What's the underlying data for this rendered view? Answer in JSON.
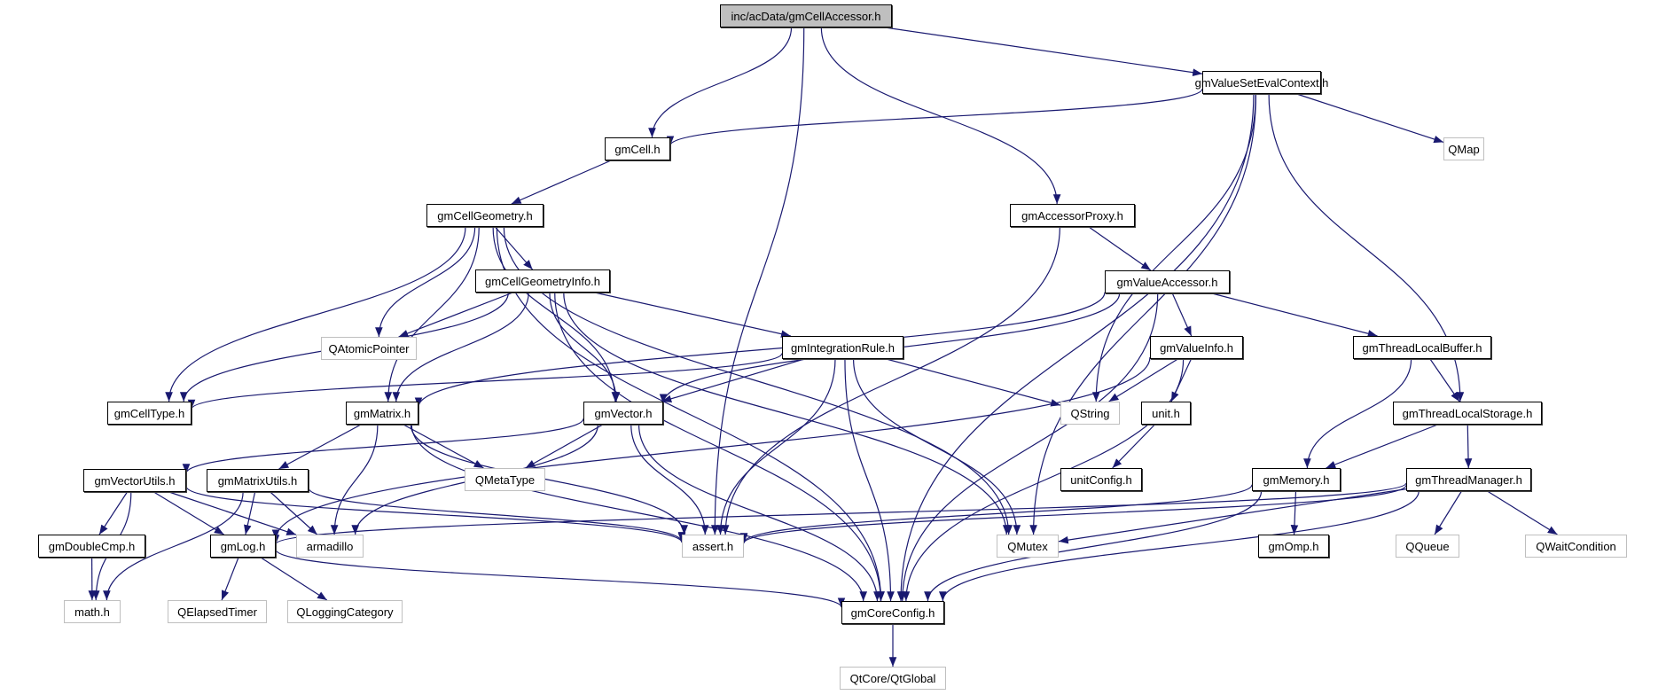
{
  "title": "inc/acData/gmCellAccessor.h",
  "colors": {
    "edge": "#191970",
    "root_fill": "#bfbfbf",
    "external_border": "#bfbfbf",
    "node_border": "#000000"
  },
  "nodes": [
    {
      "id": "root",
      "label": "inc/acData/gmCellAccessor.h",
      "kind": "root"
    },
    {
      "id": "gmValueSetEvalContext",
      "label": "gmValueSetEvalContext.h",
      "kind": "internal"
    },
    {
      "id": "gmCell",
      "label": "gmCell.h",
      "kind": "internal"
    },
    {
      "id": "QMap",
      "label": "QMap",
      "kind": "external"
    },
    {
      "id": "gmCellGeometry",
      "label": "gmCellGeometry.h",
      "kind": "internal"
    },
    {
      "id": "gmAccessorProxy",
      "label": "gmAccessorProxy.h",
      "kind": "internal"
    },
    {
      "id": "gmCellGeometryInfo",
      "label": "gmCellGeometryInfo.h",
      "kind": "internal"
    },
    {
      "id": "gmValueAccessor",
      "label": "gmValueAccessor.h",
      "kind": "internal"
    },
    {
      "id": "QAtomicPointer",
      "label": "QAtomicPointer",
      "kind": "external"
    },
    {
      "id": "gmIntegrationRule",
      "label": "gmIntegrationRule.h",
      "kind": "internal"
    },
    {
      "id": "gmValueInfo",
      "label": "gmValueInfo.h",
      "kind": "internal"
    },
    {
      "id": "gmThreadLocalBuffer",
      "label": "gmThreadLocalBuffer.h",
      "kind": "internal"
    },
    {
      "id": "gmCellType",
      "label": "gmCellType.h",
      "kind": "internal"
    },
    {
      "id": "gmMatrix",
      "label": "gmMatrix.h",
      "kind": "internal"
    },
    {
      "id": "gmVector",
      "label": "gmVector.h",
      "kind": "internal"
    },
    {
      "id": "QString",
      "label": "QString",
      "kind": "external"
    },
    {
      "id": "unit",
      "label": "unit.h",
      "kind": "internal"
    },
    {
      "id": "gmThreadLocalStorage",
      "label": "gmThreadLocalStorage.h",
      "kind": "internal"
    },
    {
      "id": "gmVectorUtils",
      "label": "gmVectorUtils.h",
      "kind": "internal"
    },
    {
      "id": "gmMatrixUtils",
      "label": "gmMatrixUtils.h",
      "kind": "internal"
    },
    {
      "id": "QMetaType",
      "label": "QMetaType",
      "kind": "external"
    },
    {
      "id": "unitConfig",
      "label": "unitConfig.h",
      "kind": "internal"
    },
    {
      "id": "gmMemory",
      "label": "gmMemory.h",
      "kind": "internal"
    },
    {
      "id": "gmThreadManager",
      "label": "gmThreadManager.h",
      "kind": "internal"
    },
    {
      "id": "gmDoubleCmp",
      "label": "gmDoubleCmp.h",
      "kind": "internal"
    },
    {
      "id": "gmLog",
      "label": "gmLog.h",
      "kind": "internal"
    },
    {
      "id": "armadillo",
      "label": "armadillo",
      "kind": "external"
    },
    {
      "id": "assert",
      "label": "assert.h",
      "kind": "external"
    },
    {
      "id": "QMutex",
      "label": "QMutex",
      "kind": "external"
    },
    {
      "id": "gmOmp",
      "label": "gmOmp.h",
      "kind": "internal"
    },
    {
      "id": "QQueue",
      "label": "QQueue",
      "kind": "external"
    },
    {
      "id": "QWaitCondition",
      "label": "QWaitCondition",
      "kind": "external"
    },
    {
      "id": "mathh",
      "label": "math.h",
      "kind": "external"
    },
    {
      "id": "QElapsedTimer",
      "label": "QElapsedTimer",
      "kind": "external"
    },
    {
      "id": "QLoggingCategory",
      "label": "QLoggingCategory",
      "kind": "external"
    },
    {
      "id": "gmCoreConfig",
      "label": "gmCoreConfig.h",
      "kind": "internal"
    },
    {
      "id": "QtGlobal",
      "label": "QtCore/QtGlobal",
      "kind": "external"
    }
  ],
  "edges": [
    [
      "root",
      "gmCell"
    ],
    [
      "root",
      "assert"
    ],
    [
      "root",
      "gmAccessorProxy"
    ],
    [
      "root",
      "gmValueSetEvalContext"
    ],
    [
      "gmValueSetEvalContext",
      "gmCell"
    ],
    [
      "gmValueSetEvalContext",
      "QMap"
    ],
    [
      "gmValueSetEvalContext",
      "QString"
    ],
    [
      "gmValueSetEvalContext",
      "QMutex"
    ],
    [
      "gmValueSetEvalContext",
      "gmThreadLocalStorage"
    ],
    [
      "gmValueSetEvalContext",
      "gmCoreConfig"
    ],
    [
      "gmCell",
      "gmCellGeometry"
    ],
    [
      "gmCellGeometry",
      "gmCellGeometryInfo"
    ],
    [
      "gmCellGeometry",
      "QAtomicPointer"
    ],
    [
      "gmCellGeometry",
      "gmCellType"
    ],
    [
      "gmCellGeometry",
      "gmMatrix"
    ],
    [
      "gmCellGeometry",
      "gmVector"
    ],
    [
      "gmCellGeometry",
      "QMutex"
    ],
    [
      "gmCellGeometry",
      "gmCoreConfig"
    ],
    [
      "gmCellGeometryInfo",
      "QAtomicPointer"
    ],
    [
      "gmCellGeometryInfo",
      "gmCellType"
    ],
    [
      "gmCellGeometryInfo",
      "gmMatrix"
    ],
    [
      "gmCellGeometryInfo",
      "gmVector"
    ],
    [
      "gmCellGeometryInfo",
      "gmIntegrationRule"
    ],
    [
      "gmCellGeometryInfo",
      "QMutex"
    ],
    [
      "gmCellGeometryInfo",
      "gmCoreConfig"
    ],
    [
      "gmAccessorProxy",
      "gmValueAccessor"
    ],
    [
      "gmAccessorProxy",
      "assert"
    ],
    [
      "gmValueAccessor",
      "gmValueInfo"
    ],
    [
      "gmValueAccessor",
      "gmThreadLocalBuffer"
    ],
    [
      "gmValueAccessor",
      "gmVector"
    ],
    [
      "gmValueAccessor",
      "gmMatrix"
    ],
    [
      "gmValueAccessor",
      "gmCoreConfig"
    ],
    [
      "gmIntegrationRule",
      "gmCellType"
    ],
    [
      "gmIntegrationRule",
      "gmVector"
    ],
    [
      "gmIntegrationRule",
      "QString"
    ],
    [
      "gmIntegrationRule",
      "assert"
    ],
    [
      "gmIntegrationRule",
      "QMutex"
    ],
    [
      "gmIntegrationRule",
      "gmCoreConfig"
    ],
    [
      "gmValueInfo",
      "QString"
    ],
    [
      "gmValueInfo",
      "unit"
    ],
    [
      "gmValueInfo",
      "gmLog"
    ],
    [
      "gmValueInfo",
      "gmCoreConfig"
    ],
    [
      "unit",
      "unitConfig"
    ],
    [
      "gmThreadLocalBuffer",
      "gmThreadLocalStorage"
    ],
    [
      "gmThreadLocalBuffer",
      "gmMemory"
    ],
    [
      "gmThreadLocalStorage",
      "gmThreadManager"
    ],
    [
      "gmThreadLocalStorage",
      "gmMemory"
    ],
    [
      "gmMatrix",
      "gmMatrixUtils"
    ],
    [
      "gmMatrix",
      "QMetaType"
    ],
    [
      "gmMatrix",
      "armadillo"
    ],
    [
      "gmMatrix",
      "assert"
    ],
    [
      "gmMatrix",
      "gmCoreConfig"
    ],
    [
      "gmVector",
      "gmVectorUtils"
    ],
    [
      "gmVector",
      "QMetaType"
    ],
    [
      "gmVector",
      "armadillo"
    ],
    [
      "gmVector",
      "assert"
    ],
    [
      "gmVector",
      "gmCoreConfig"
    ],
    [
      "gmVectorUtils",
      "gmDoubleCmp"
    ],
    [
      "gmVectorUtils",
      "gmLog"
    ],
    [
      "gmVectorUtils",
      "armadillo"
    ],
    [
      "gmVectorUtils",
      "mathh"
    ],
    [
      "gmVectorUtils",
      "assert"
    ],
    [
      "gmMatrixUtils",
      "gmLog"
    ],
    [
      "gmMatrixUtils",
      "armadillo"
    ],
    [
      "gmMatrixUtils",
      "mathh"
    ],
    [
      "gmMatrixUtils",
      "assert"
    ],
    [
      "gmDoubleCmp",
      "mathh"
    ],
    [
      "gmLog",
      "QElapsedTimer"
    ],
    [
      "gmLog",
      "QLoggingCategory"
    ],
    [
      "gmLog",
      "gmCoreConfig"
    ],
    [
      "gmMemory",
      "gmOmp"
    ],
    [
      "gmMemory",
      "assert"
    ],
    [
      "gmMemory",
      "gmCoreConfig"
    ],
    [
      "gmThreadManager",
      "QQueue"
    ],
    [
      "gmThreadManager",
      "QWaitCondition"
    ],
    [
      "gmThreadManager",
      "QMutex"
    ],
    [
      "gmThreadManager",
      "assert"
    ],
    [
      "gmThreadManager",
      "gmLog"
    ],
    [
      "gmThreadManager",
      "gmCoreConfig"
    ],
    [
      "gmCoreConfig",
      "QtGlobal"
    ]
  ]
}
